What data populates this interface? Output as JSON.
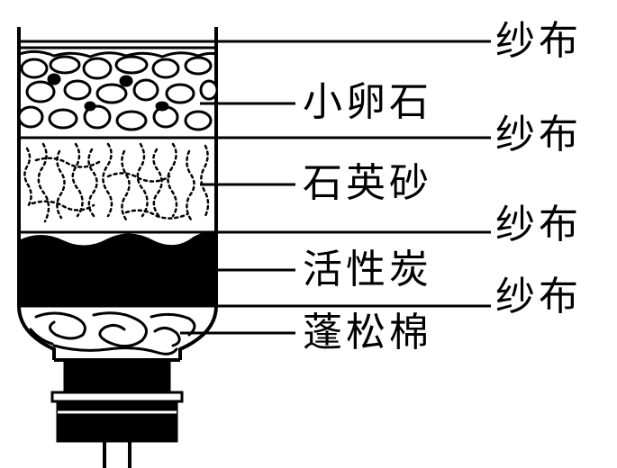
{
  "diagram": {
    "labels": {
      "gauze_1": "纱布",
      "pebbles": "小卵石",
      "gauze_2": "纱布",
      "quartz_sand": "石英砂",
      "gauze_3": "纱布",
      "activated_carbon": "活性炭",
      "gauze_4": "纱布",
      "cotton": "蓬松棉"
    }
  }
}
